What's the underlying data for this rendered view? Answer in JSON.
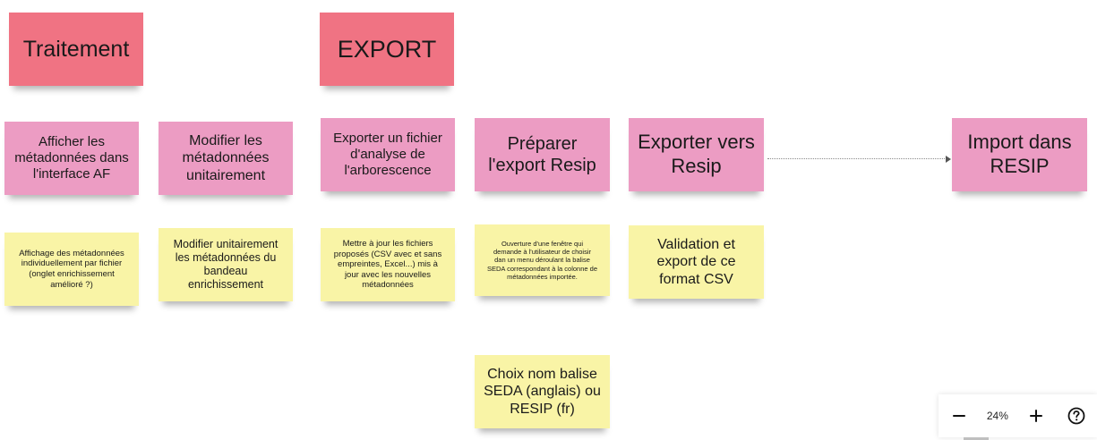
{
  "notes": {
    "header_traitement": "Traitement",
    "header_export": "EXPORT",
    "afficher": "Afficher les métadonnées dans l'interface AF",
    "modifier": "Modifier les métadonnées unitairement",
    "exporter_fichier": "Exporter un fichier d'analyse de l'arborescence",
    "preparer": "Préparer l'export Resip",
    "exporter_resip": "Exporter vers Resip",
    "import_resip": "Import dans RESIP",
    "affichage_detail": "Affichage des métadonnées individuellement par fichier (onglet enrichissement amélioré ?)",
    "modifier_detail": "Modifier unitairement les  métadonnées du bandeau enrichissement",
    "mettre_a_jour": "Mettre à jour les fichiers proposés (CSV avec et sans empreintes, Excel...) mis à jour avec les nouvelles métadonnées",
    "ouverture": "Ouverture d'une fenêtre qui demande à l'utilisateur de choisir dan un menu déroulant la balise SEDA correspondant à la colonne de métadonnées importée.",
    "validation": "Validation et export de ce format CSV",
    "choix_nom": "Choix nom balise SEDA (anglais) ou RESIP (fr)"
  },
  "zoom": {
    "level": "24%",
    "zoom_out_icon": "minus-icon",
    "zoom_in_icon": "plus-icon",
    "help_icon": "help-icon"
  },
  "colors": {
    "header": "#f07383",
    "action": "#ec9cc3",
    "detail": "#f9f4a6"
  }
}
